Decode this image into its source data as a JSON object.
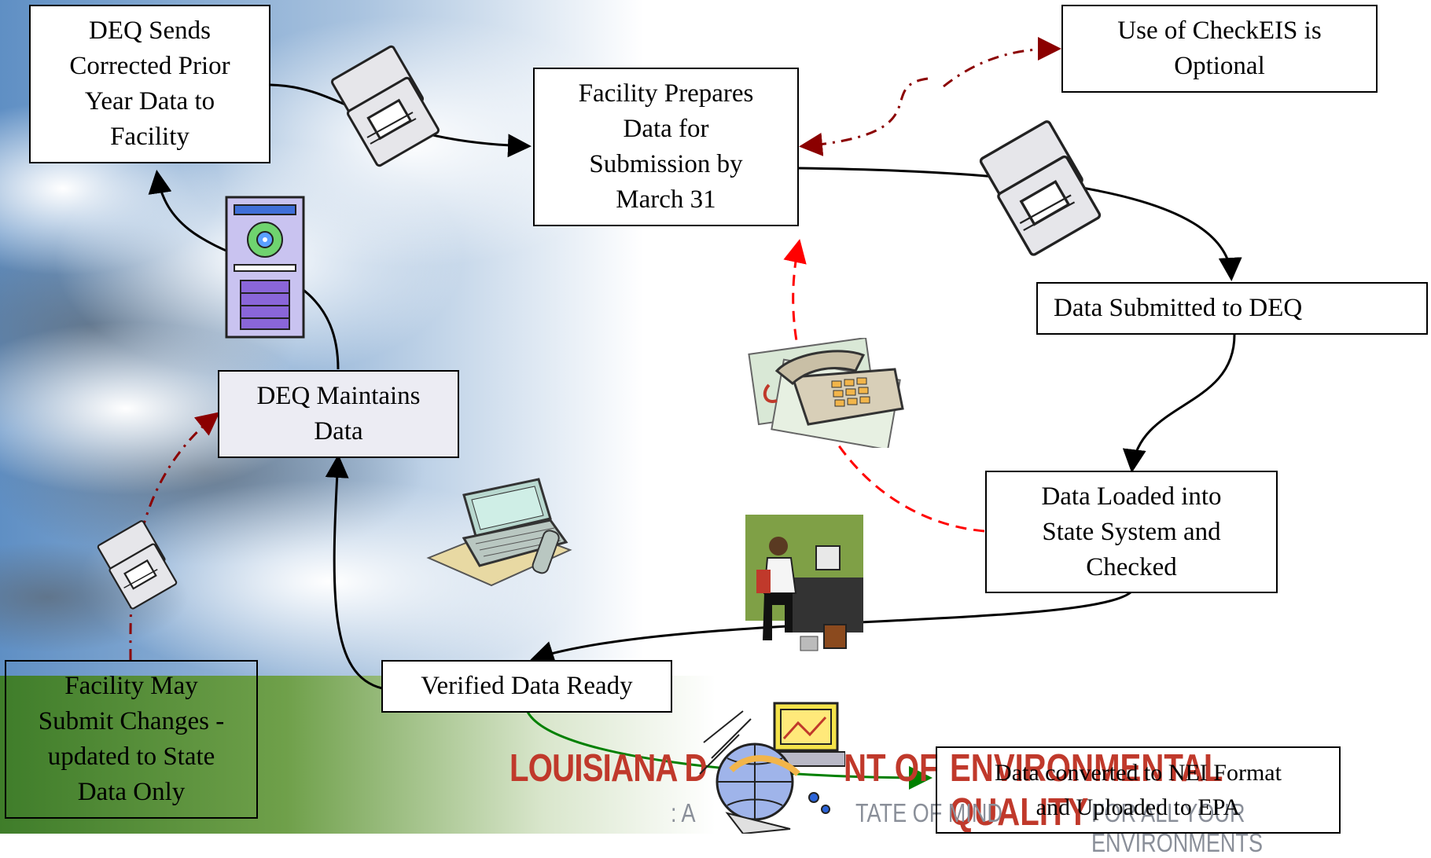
{
  "boxes": {
    "deq_sends": "DEQ Sends\nCorrected Prior\nYear Data to\nFacility",
    "facility_prepares": "Facility Prepares\nData for\nSubmission by\nMarch 31",
    "checkeis": "Use of CheckEIS is\nOptional",
    "data_submitted": "Data Submitted to DEQ",
    "data_loaded": "Data Loaded into\nState System and\nChecked",
    "deq_maintains": "DEQ Maintains\nData",
    "verified": "Verified Data Ready",
    "facility_may": "Facility May\nSubmit Changes -\nupdated to State\nData Only",
    "nei": "Data converted to NEI Format\nand Uploaded to EPA"
  },
  "logo": {
    "line1_left": "LOUISIANA D",
    "line1_mid": "NT OF",
    "line1_right": "ENVIRONMENTAL QUALITY",
    "line2_left": ": A",
    "line2_mid": "TATE OF MIND",
    "line2_right": "FOR ALL YOUR ENVIRONMENTS"
  },
  "colors": {
    "arrow_black": "#000000",
    "arrow_darkred": "#8b0000",
    "arrow_red": "#ff0000",
    "arrow_green": "#008000",
    "logo_red": "#c0392b",
    "logo_gray": "#8a8f99"
  },
  "clipart": [
    "floppy-disks",
    "floppy-disks",
    "floppy-disks",
    "computer-tower-cd",
    "telephone",
    "laptop",
    "office-worker",
    "globe-computer"
  ]
}
